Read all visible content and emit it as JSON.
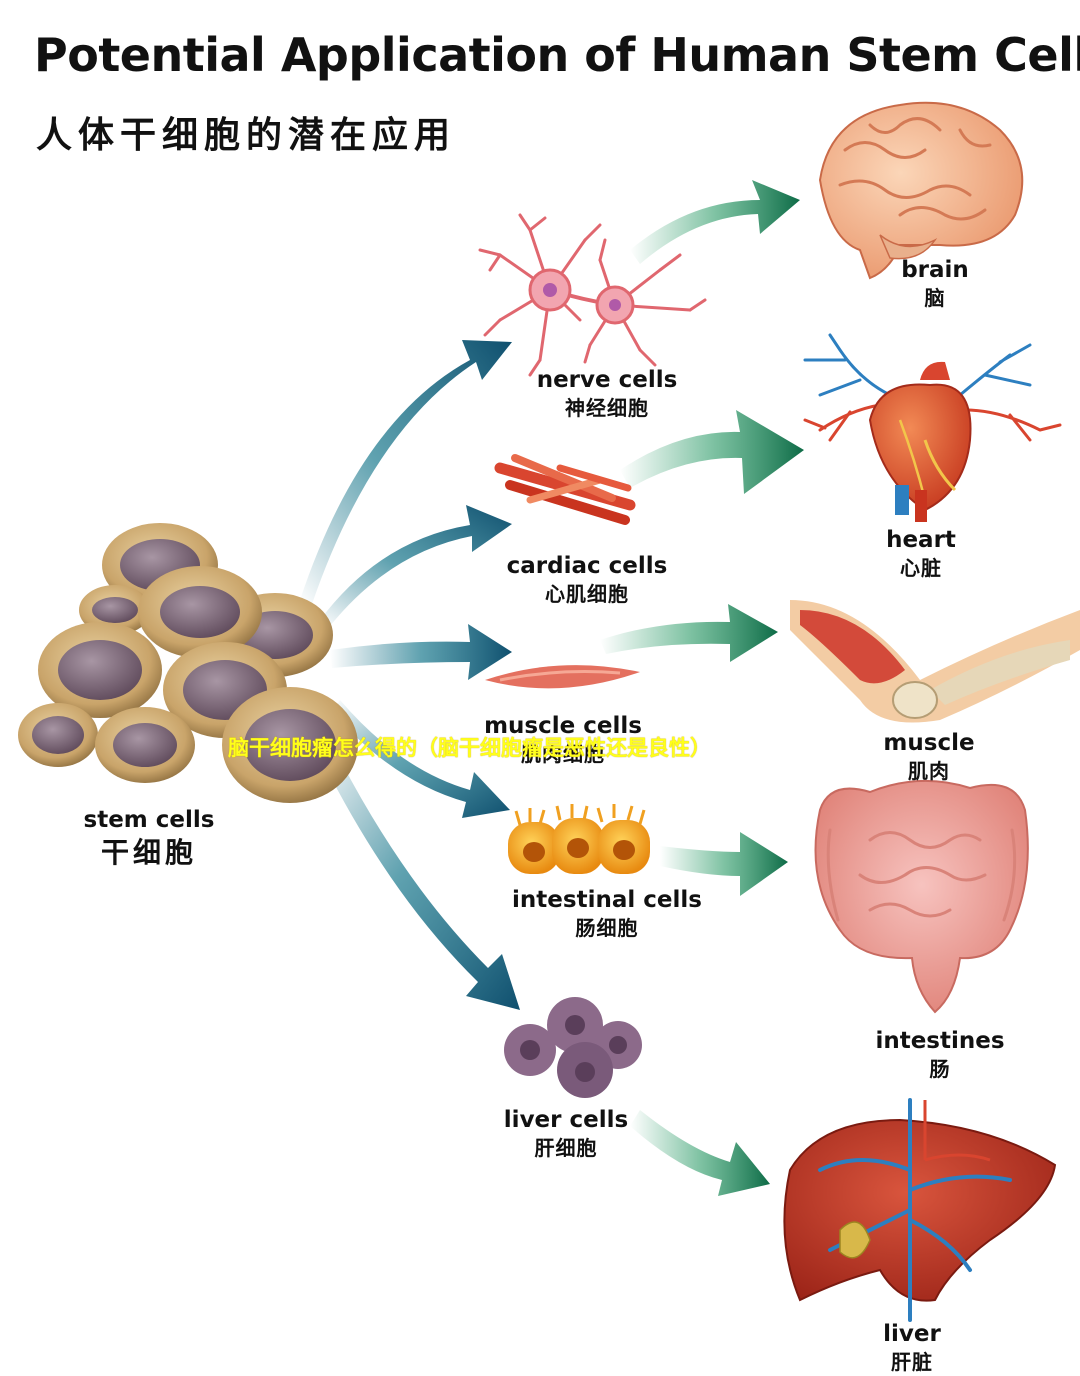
{
  "header": {
    "title": "Potential Application of Human Stem Cells",
    "subtitle": "人体干细胞的潜在应用"
  },
  "source": {
    "en": "stem cells",
    "zh": "干细胞"
  },
  "cells": {
    "nerve": {
      "en": "nerve cells",
      "zh": "神经细胞"
    },
    "cardiac": {
      "en": "cardiac cells",
      "zh": "心肌细胞"
    },
    "muscle": {
      "en": "muscle cells",
      "zh": "肌肉细胞"
    },
    "intestinal": {
      "en": "intestinal cells",
      "zh": "肠细胞"
    },
    "liver": {
      "en": "liver cells",
      "zh": "肝细胞"
    }
  },
  "organs": {
    "brain": {
      "en": "brain",
      "zh": "脑"
    },
    "heart": {
      "en": "heart",
      "zh": "心脏"
    },
    "muscle": {
      "en": "muscle",
      "zh": "肌肉"
    },
    "intestines": {
      "en": "intestines",
      "zh": "肠"
    },
    "liver": {
      "en": "liver",
      "zh": "肝脏"
    }
  },
  "overlay": {
    "watermark": "脑干细胞瘤怎么得的（脑干细胞瘤是恶性还是良性）"
  },
  "colors": {
    "arrow_teal": "#1b6f86",
    "arrow_green": "#1d8a5c",
    "stem_shell": "#c9a46a",
    "stem_nucleus": "#8f7589",
    "watermark": "#ffff1a"
  }
}
